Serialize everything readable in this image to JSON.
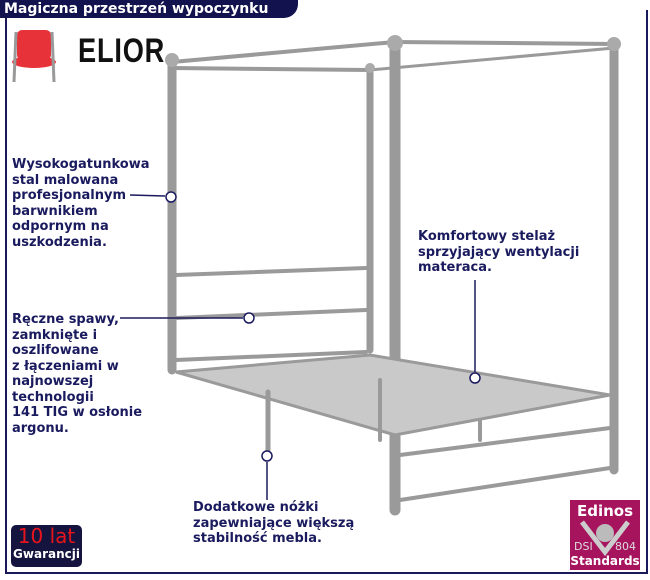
{
  "header": {
    "title": "Magiczna przestrzeń wypoczynku"
  },
  "brand": {
    "name": "ELIOR"
  },
  "notes": {
    "steel": "Wysokogatunkowa\nstal malowana\nprofesjonalnym\nbarwnikiem\nodpornym na\nuszkodzenia.",
    "welds": "Ręczne spawy,\nzamknięte i\noszlifowane\nz łączeniami w\nnajnowszej\ntechnologii\n141 TIG w osłonie\nargonu.",
    "frame": "Komfortowy stelaż\nsprzyjający wentylacji\nmateraca.",
    "legs": "Dodatkowe nóżki\nzapewniające większą\nstabilność mebla."
  },
  "warranty": {
    "years": "10 lat",
    "label": "Gwarancji"
  },
  "certificate": {
    "name": "Edinos",
    "left": "DSI",
    "right": "804",
    "bottom": "Standards"
  },
  "colors": {
    "navy": "#12124e",
    "text": "#1a1a5e",
    "cert": "#a6145e",
    "frame": "#9a9a9a"
  }
}
